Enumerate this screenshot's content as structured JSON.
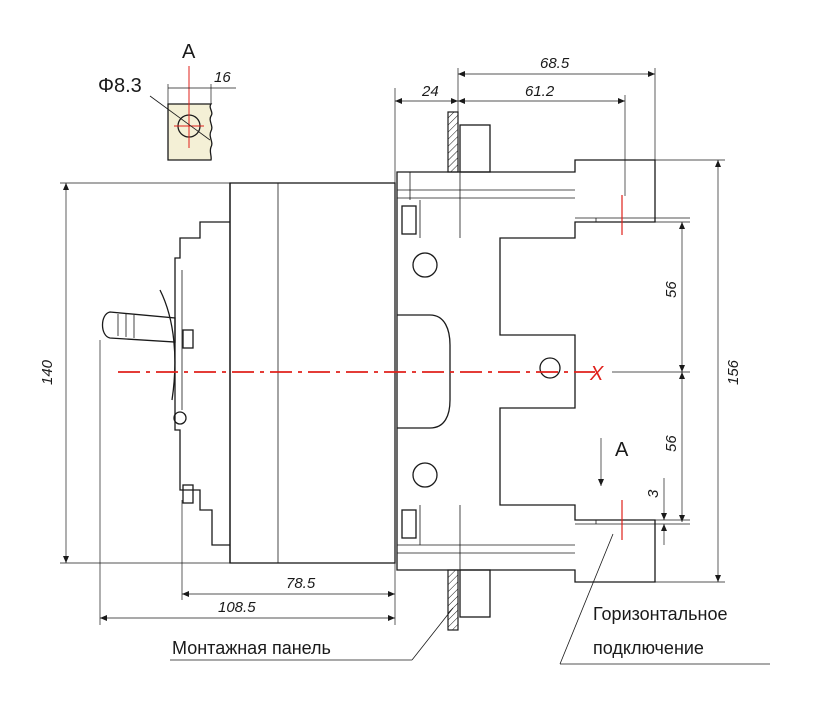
{
  "dimensions": {
    "top_outer": "68.5",
    "top_inner": "61.2",
    "panel_depth": "24",
    "height_total": "140",
    "height_right": "156",
    "pitch_upper": "56",
    "pitch_lower": "56",
    "terminal_gap": "3",
    "width_mid": "78.5",
    "width_total": "108.5",
    "detail_width": "16"
  },
  "labels": {
    "detail_view": "A",
    "section_arrow": "A",
    "hole_diameter": "Φ8.3",
    "axis": "X",
    "mounting_panel": "Монтажная панель",
    "connection_line1": "Горизонтальное",
    "connection_line2": "подключение"
  },
  "colors": {
    "axis": "#e0201b",
    "terminal_fill": "#f4f0d6",
    "line": "#1a1a1a"
  }
}
